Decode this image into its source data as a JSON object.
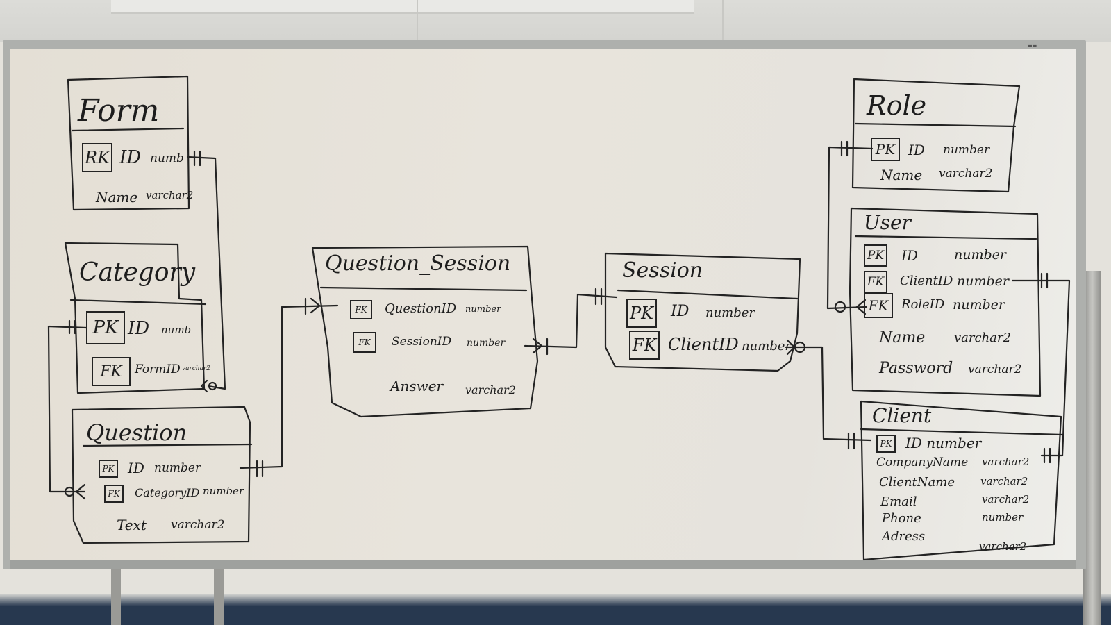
{
  "entities": {
    "form": {
      "title": "Form",
      "key": "RK",
      "id": "ID",
      "id_type": "numb",
      "name": "Name",
      "name_type": "varchar2"
    },
    "category": {
      "title": "Category",
      "pk": "PK",
      "id": "ID",
      "id_type": "numb",
      "fk": "FK",
      "form_id": "FormID",
      "form_id_type": "varchar2"
    },
    "question": {
      "title": "Question",
      "pk": "PK",
      "id": "ID",
      "id_type": "number",
      "fk": "FK",
      "category_id": "CategoryID",
      "category_id_type": "number",
      "text": "Text",
      "text_type": "varchar2"
    },
    "question_session": {
      "title": "Question_Session",
      "fk1": "FK",
      "question_id": "QuestionID",
      "question_id_type": "number",
      "fk2": "FK",
      "session_id": "SessionID",
      "session_id_type": "number",
      "answer": "Answer",
      "answer_type": "varchar2"
    },
    "session": {
      "title": "Session",
      "pk": "PK",
      "id": "ID",
      "id_type": "number",
      "fk": "FK",
      "client_id": "ClientID",
      "client_id_type": "number"
    },
    "role": {
      "title": "Role",
      "pk": "PK",
      "id": "ID",
      "id_type": "number",
      "name": "Name",
      "name_type": "varchar2"
    },
    "user": {
      "title": "User",
      "pk": "PK",
      "id": "ID",
      "id_type": "number",
      "fk1": "FK",
      "client_id": "ClientID",
      "client_id_type": "number",
      "fk2": "FK",
      "role_id": "RoleID",
      "role_id_type": "number",
      "name": "Name",
      "name_type": "varchar2",
      "password": "Password",
      "password_type": "varchar2"
    },
    "client": {
      "title": "Client",
      "pk": "PK",
      "id_line": "ID number",
      "company_name": "CompanyName",
      "company_name_type": "varchar2",
      "client_name": "ClientName",
      "client_name_type": "varchar2",
      "email": "Email",
      "email_type": "varchar2",
      "phone": "Phone",
      "phone_type": "number",
      "address": "Adress",
      "address_type": "varchar2"
    }
  },
  "colors": {
    "ink": "#232323",
    "board": "#e6e3dd",
    "frame": "#aeb0ad"
  }
}
